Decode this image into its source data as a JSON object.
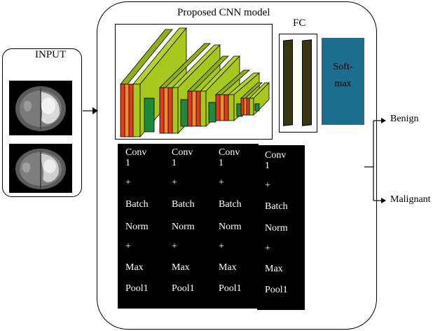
{
  "input": {
    "label": "INPUT"
  },
  "model": {
    "title": "Proposed CNN model"
  },
  "fc": {
    "label": "FC"
  },
  "softmax": {
    "line1": "Soft-",
    "line2": "max"
  },
  "blocks": [
    {
      "line1": "Conv",
      "line2": "1",
      "plus1": "+",
      "batch": "Batch",
      "norm": "Norm",
      "plus2": "+",
      "max": "Max",
      "pool": "Pool1"
    },
    {
      "line1": "Conv",
      "line2": "1",
      "plus1": "+",
      "batch": "Batch",
      "norm": "Norm",
      "plus2": "+",
      "max": "Max",
      "pool": "Pool1"
    },
    {
      "line1": "Conv",
      "line2": "1",
      "plus1": "+",
      "batch": "Batch",
      "norm": "Norm",
      "plus2": "+",
      "max": "Max",
      "pool": "Pool1"
    },
    {
      "line1": "Conv",
      "line2": "1",
      "plus1": "+",
      "batch": "Batch",
      "norm": "Norm",
      "plus2": "+",
      "max": "Max",
      "pool": "Pool1"
    }
  ],
  "outputs": {
    "benign": "Benign",
    "malignant": "Malignant"
  },
  "colors": {
    "layer_green": "#a8c81e",
    "layer_red": "#e23a1e",
    "layer_orange": "#f08a2a",
    "feature_green": "#1f8a3e",
    "softmax": "#1d6e8e",
    "fc": "#3a3512"
  }
}
